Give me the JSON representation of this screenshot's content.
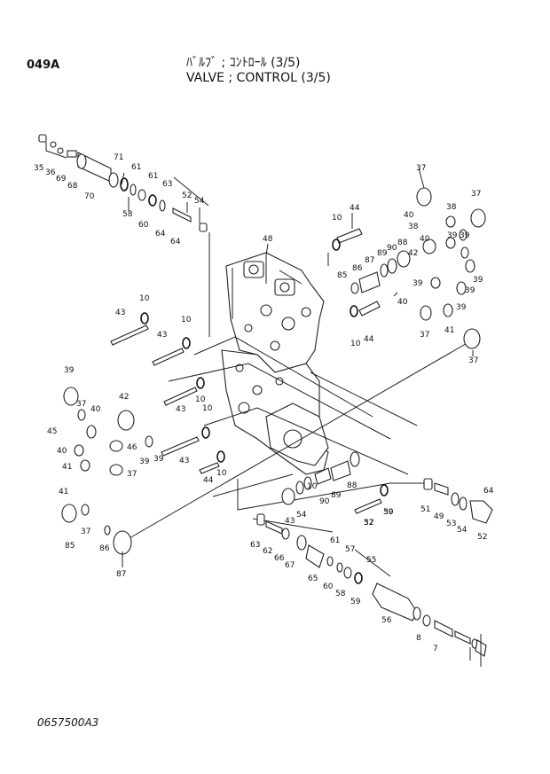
{
  "header": {
    "page_code": "049A",
    "title_jp": "ﾊﾞﾙﾌﾞ ; ｺﾝﾄﾛｰﾙ (3/5)",
    "title_en": "VALVE ; CONTROL (3/5)"
  },
  "footer": {
    "drawing_number": "0657500A3"
  },
  "callouts": [
    "35",
    "36",
    "69",
    "68",
    "70",
    "71",
    "58",
    "61",
    "60",
    "61",
    "63",
    "64",
    "64",
    "52",
    "54",
    "48",
    "10",
    "44",
    "86",
    "89",
    "90",
    "88",
    "87",
    "42",
    "85",
    "10",
    "44",
    "37",
    "38",
    "40",
    "38",
    "37",
    "40",
    "39",
    "39",
    "39",
    "39",
    "39",
    "40",
    "37",
    "41",
    "39",
    "37",
    "43",
    "10",
    "43",
    "10",
    "43",
    "10",
    "43",
    "10",
    "44",
    "10",
    "37",
    "39",
    "39",
    "37",
    "40",
    "42",
    "45",
    "46",
    "39",
    "39",
    "40",
    "41",
    "37",
    "41",
    "37",
    "85",
    "86",
    "87",
    "88",
    "89",
    "90",
    "43",
    "10",
    "54",
    "52",
    "50",
    "51",
    "49",
    "53",
    "54",
    "52",
    "64",
    "63",
    "62",
    "66",
    "67",
    "65",
    "60",
    "61",
    "58",
    "57",
    "59",
    "55",
    "56",
    "8",
    "7"
  ]
}
